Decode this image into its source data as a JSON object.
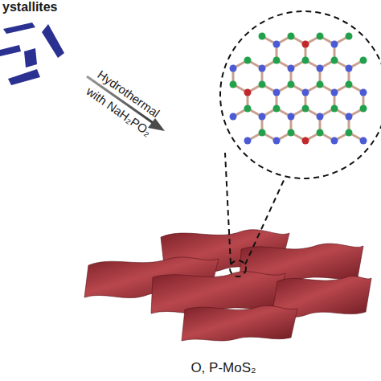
{
  "diagram": {
    "labels": [
      "ystallites",
      "Hydrothermal",
      "with NaH₂PO₂",
      "O, P-MoS₂"
    ]
  }
}
